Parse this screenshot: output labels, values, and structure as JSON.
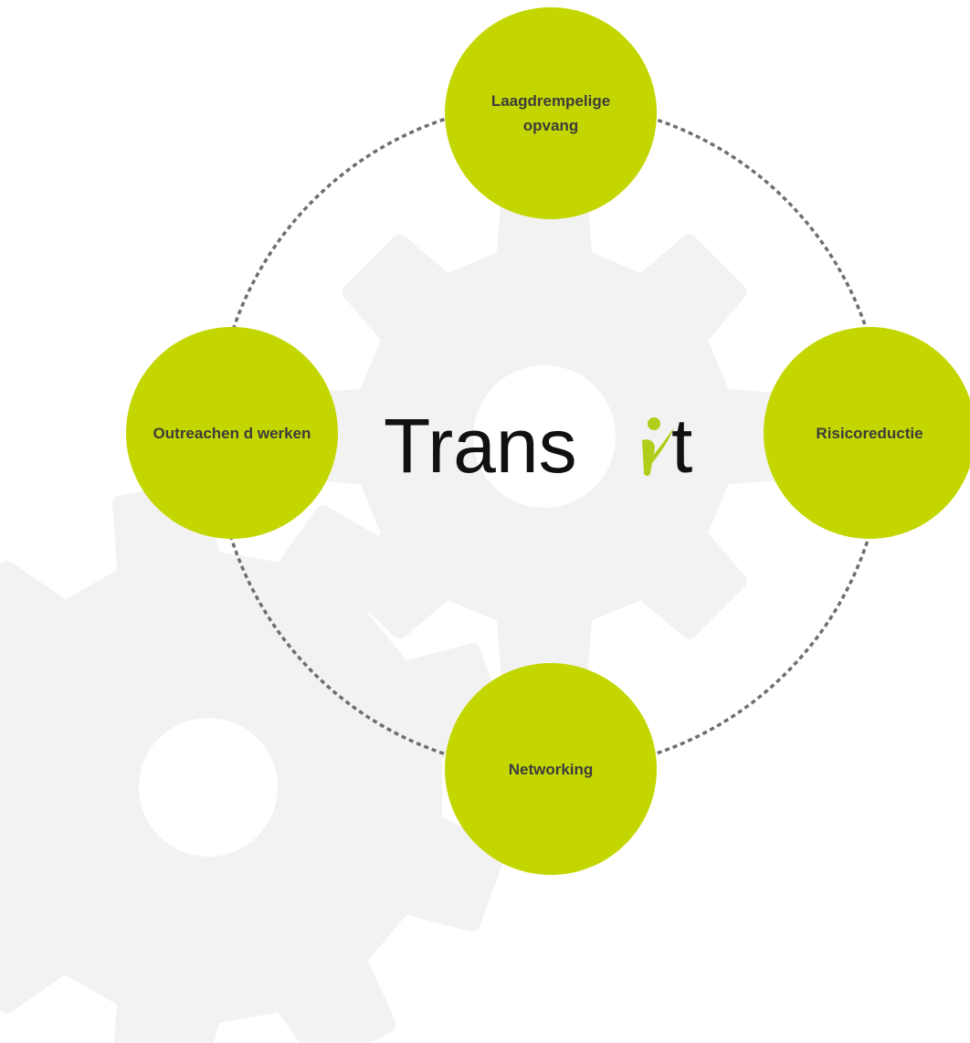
{
  "colors": {
    "background": "#ffffff",
    "gear": "#f2f2f2",
    "gear_hole": "#ffffff",
    "node_fill": "#c4d600",
    "node_text": "#3c3c3c",
    "ring_stroke": "#6e6e6e",
    "logo_text": "#111111",
    "logo_accent": "#b2cc1a"
  },
  "logo": {
    "text_before": "Trans",
    "text_after": "t",
    "accent_icon": "leaf-i-glyph"
  },
  "nodes": [
    {
      "id": "top",
      "label": "Laagdrempelige opvang"
    },
    {
      "id": "right",
      "label": "Risicoreductie"
    },
    {
      "id": "bottom",
      "label": "Networking"
    },
    {
      "id": "left",
      "label": "Outreachen d werken"
    }
  ],
  "connector": {
    "style": "dashed-circle"
  },
  "background_icons": [
    "gear-icon-large",
    "gear-icon-small"
  ]
}
